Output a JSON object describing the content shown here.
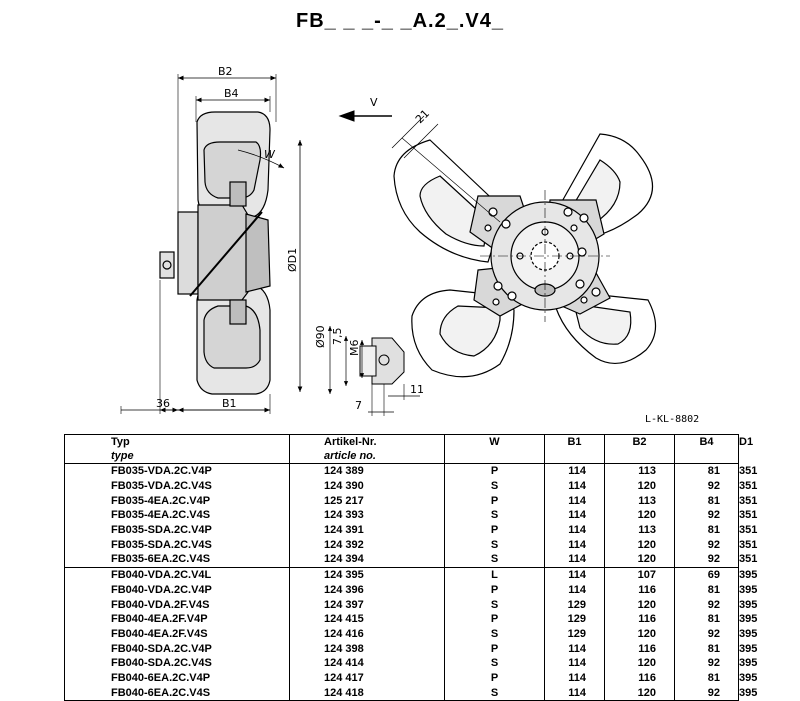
{
  "title": "FB_ _ _-_ _A.2_.V4_",
  "drawing": {
    "labels": {
      "b2": "B2",
      "b4": "B4",
      "w": "W",
      "d1": "ØD1",
      "v": "V",
      "dim21": "21",
      "d90": "Ø90",
      "dim75": "7,5",
      "m6": "M6",
      "dim11": "11",
      "dim7": "7",
      "dim36": "36",
      "b1": "B1"
    },
    "reference": "L-KL-8802"
  },
  "table": {
    "headers": [
      "Typ",
      "Artikel-Nr.",
      "W",
      "B1",
      "B2",
      "B4",
      "D1"
    ],
    "subheaders": [
      "type",
      "article no."
    ],
    "rows": [
      [
        "FB035-VDA.2C.V4P",
        "124 389",
        "P",
        "114",
        "113",
        "81",
        "351"
      ],
      [
        "FB035-VDA.2C.V4S",
        "124 390",
        "S",
        "114",
        "120",
        "92",
        "351"
      ],
      [
        "FB035-4EA.2C.V4P",
        "125 217",
        "P",
        "114",
        "113",
        "81",
        "351"
      ],
      [
        "FB035-4EA.2C.V4S",
        "124 393",
        "S",
        "114",
        "120",
        "92",
        "351"
      ],
      [
        "FB035-SDA.2C.V4P",
        "124 391",
        "P",
        "114",
        "113",
        "81",
        "351"
      ],
      [
        "FB035-SDA.2C.V4S",
        "124 392",
        "S",
        "114",
        "120",
        "92",
        "351"
      ],
      [
        "FB035-6EA.2C.V4S",
        "124 394",
        "S",
        "114",
        "120",
        "92",
        "351"
      ],
      [
        "FB040-VDA.2C.V4L",
        "124 395",
        "L",
        "114",
        "107",
        "69",
        "395"
      ],
      [
        "FB040-VDA.2C.V4P",
        "124 396",
        "P",
        "114",
        "116",
        "81",
        "395"
      ],
      [
        "FB040-VDA.2F.V4S",
        "124 397",
        "S",
        "129",
        "120",
        "92",
        "395"
      ],
      [
        "FB040-4EA.2F.V4P",
        "124 415",
        "P",
        "129",
        "116",
        "81",
        "395"
      ],
      [
        "FB040-4EA.2F.V4S",
        "124 416",
        "S",
        "129",
        "120",
        "92",
        "395"
      ],
      [
        "FB040-SDA.2C.V4P",
        "124 398",
        "P",
        "114",
        "116",
        "81",
        "395"
      ],
      [
        "FB040-SDA.2C.V4S",
        "124 414",
        "S",
        "114",
        "120",
        "92",
        "395"
      ],
      [
        "FB040-6EA.2C.V4P",
        "124 417",
        "P",
        "114",
        "116",
        "81",
        "395"
      ],
      [
        "FB040-6EA.2C.V4S",
        "124 418",
        "S",
        "114",
        "120",
        "92",
        "395"
      ]
    ]
  }
}
